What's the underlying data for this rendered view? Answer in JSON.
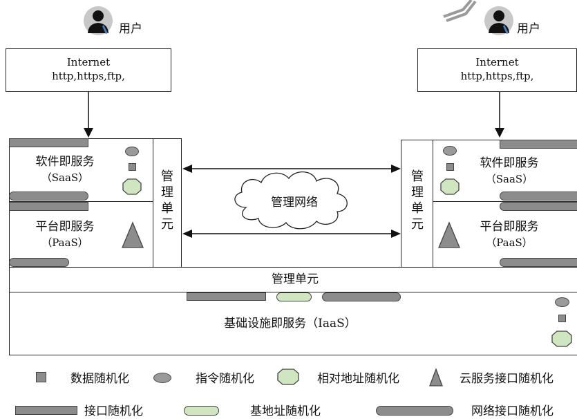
{
  "users": {
    "left_label": "用户",
    "right_label": "用户"
  },
  "internet": {
    "left": {
      "line1": "Internet",
      "line2": "http,https,ftp,"
    },
    "right": {
      "line1": "Internet",
      "line2": "http,https,ftp,"
    }
  },
  "left_stack": {
    "saas": {
      "name": "软件即服务",
      "code": "（SaaS）"
    },
    "paas": {
      "name": "平台即服务",
      "code": "（PaaS）"
    },
    "mgmt_chars": [
      "管",
      "理",
      "单",
      "元"
    ]
  },
  "right_stack": {
    "saas": {
      "name": "软件即服务",
      "code": "（SaaS）"
    },
    "paas": {
      "name": "平台即服务",
      "code": "（PaaS）"
    },
    "mgmt_chars": [
      "管",
      "理",
      "单",
      "元"
    ]
  },
  "network": {
    "label": "管理网络"
  },
  "mgmt_bar": {
    "label": "管理单元"
  },
  "iaas": {
    "label": "基础设施即服务（IaaS）"
  },
  "legend": {
    "data_random": "数据随机化",
    "instr_random": "指令随机化",
    "rel_addr_random": "相对地址随机化",
    "cloud_iface_random": "云服务接口随机化",
    "iface_random": "接口随机化",
    "base_addr_random": "基地址随机化",
    "net_iface_random": "网络接口随机化"
  },
  "colors": {
    "grey_fill": "#8c8c8c",
    "green_fill": "#cfe6c0",
    "stroke": "#222222"
  },
  "icons": [
    "user-icon",
    "satellite-icon",
    "cloud-icon",
    "arrow-icon",
    "ellipse-icon",
    "square-icon",
    "octagon-icon",
    "triangle-icon"
  ]
}
